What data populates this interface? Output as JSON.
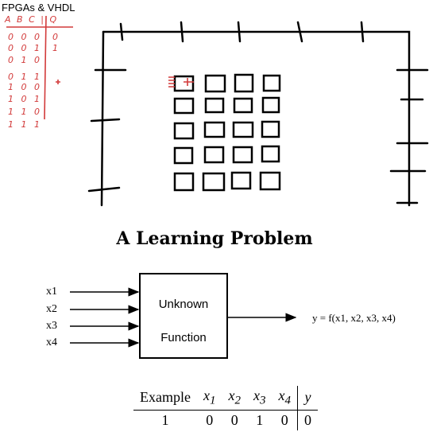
{
  "top_label": "FPGAs & VHDL",
  "truth_table": {
    "header": "A B C | Q",
    "rows": [
      {
        "abc": "0 0 0",
        "q": "0"
      },
      {
        "abc": "0 0 1",
        "q": "1"
      },
      {
        "abc": "0 1 0",
        "q": ""
      },
      {
        "abc": "0 1 1",
        "q": ""
      },
      {
        "abc": "1 0 0",
        "q": ""
      },
      {
        "abc": "1 0 1",
        "q": ""
      },
      {
        "abc": "1 1 0",
        "q": ""
      },
      {
        "abc": "1 1 1",
        "q": ""
      }
    ]
  },
  "section_title": "A Learning Problem",
  "function_diagram": {
    "inputs": [
      "x1",
      "x2",
      "x3",
      "x4"
    ],
    "box_line1": "Unknown",
    "box_line2": "Function",
    "output": "y = f(x1, x2, x3, x4)"
  },
  "example_table": {
    "headers": [
      "Example",
      "x",
      "x",
      "x",
      "x",
      "y"
    ],
    "subscripts": [
      "",
      "1",
      "2",
      "3",
      "4",
      ""
    ],
    "rows": [
      [
        "1",
        "0",
        "0",
        "1",
        "0",
        "0"
      ]
    ]
  }
}
